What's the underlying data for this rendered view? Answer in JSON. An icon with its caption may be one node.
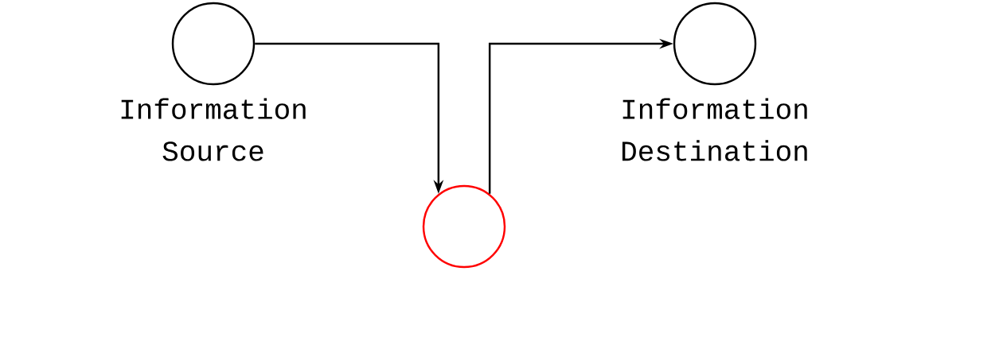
{
  "diagram": {
    "nodes": [
      {
        "text": [
          "Information Source"
        ]
      },
      {
        "text": [
          "Information Destination"
        ]
      },
      {
        "text": [],
        "shape": "circle"
      }
    ],
    "edges": [
      {
        "from": 0,
        "to": 2,
        "arrow": "to"
      },
      {
        "from": 2,
        "to": 1,
        "arrow": "to"
      }
    ]
  }
}
